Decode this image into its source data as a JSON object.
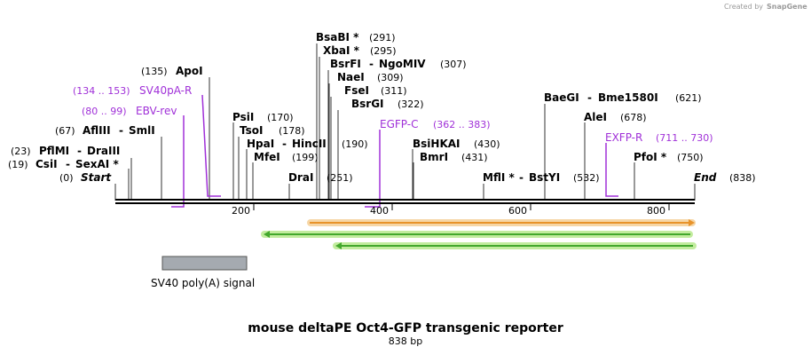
{
  "credit": {
    "prefix": "Created by",
    "brand": "SnapGene"
  },
  "title": "mouse deltaPE Oct4-GFP transgenic reporter",
  "subtitle": "838 bp",
  "colors": {
    "backbone": "#000000",
    "primer": "#a030d8",
    "orange_feature": "#e8932a",
    "orange_glow": "#f6d6a6",
    "green_feature": "#43a82d",
    "green_glow": "#c2ec9e",
    "feature_box": "#a5aab0"
  },
  "sequence": {
    "length": 838
  },
  "ticks": [
    "200",
    "400",
    "600",
    "800"
  ],
  "enzymes": {
    "start": {
      "name": "Start",
      "pos": "(0)"
    },
    "csiI": {
      "name": "CsiI",
      "name2": "SexAI *",
      "pos": "(19)"
    },
    "pflMI": {
      "name": "PflMI",
      "name2": "DraIII",
      "pos": "(23)"
    },
    "aflIII": {
      "name": "AflIII",
      "name2": "SmlI",
      "pos": "(67)"
    },
    "apoI": {
      "name": "ApoI",
      "pos": "(135)"
    },
    "psiI": {
      "name": "PsiI",
      "pos": "(170)"
    },
    "tsoI": {
      "name": "TsoI",
      "pos": "(178)"
    },
    "hpaI": {
      "name": "HpaI",
      "name2": "HincII",
      "pos": "(190)"
    },
    "mfeI": {
      "name": "MfeI",
      "pos": "(199)"
    },
    "draI": {
      "name": "DraI",
      "pos": "(251)"
    },
    "bsaBI": {
      "name": "BsaBI *",
      "pos": "(291)"
    },
    "xbaI": {
      "name": "XbaI *",
      "pos": "(295)"
    },
    "bsrFI": {
      "name": "BsrFI",
      "name2": "NgoMIV",
      "pos": "(307)"
    },
    "naeI": {
      "name": "NaeI",
      "pos": "(309)"
    },
    "fseI": {
      "name": "FseI",
      "pos": "(311)"
    },
    "bsrGI": {
      "name": "BsrGI",
      "pos": "(322)"
    },
    "bsiHKAI": {
      "name": "BsiHKAI",
      "pos": "(430)"
    },
    "bmrI": {
      "name": "BmrI",
      "pos": "(431)"
    },
    "mflI": {
      "name": "MflI *",
      "name2": "BstYI",
      "pos": "(532)"
    },
    "baeGI": {
      "name": "BaeGI",
      "name2": "Bme1580I",
      "pos": "(621)"
    },
    "aleI": {
      "name": "AleI",
      "pos": "(678)"
    },
    "pfoI": {
      "name": "PfoI *",
      "pos": "(750)"
    },
    "end": {
      "name": "End",
      "pos": "(838)"
    }
  },
  "primers": {
    "sv40pa": {
      "range": "(134 .. 153)",
      "name": "SV40pA-R"
    },
    "ebv": {
      "range": "(80 .. 99)",
      "name": "EBV-rev"
    },
    "egfp": {
      "name": "EGFP-C",
      "range": "(362 .. 383)"
    },
    "exfp": {
      "name": "EXFP-R",
      "range": "(711 .. 730)"
    }
  },
  "features": {
    "sv40": {
      "label": "SV40 poly(A) signal"
    }
  }
}
